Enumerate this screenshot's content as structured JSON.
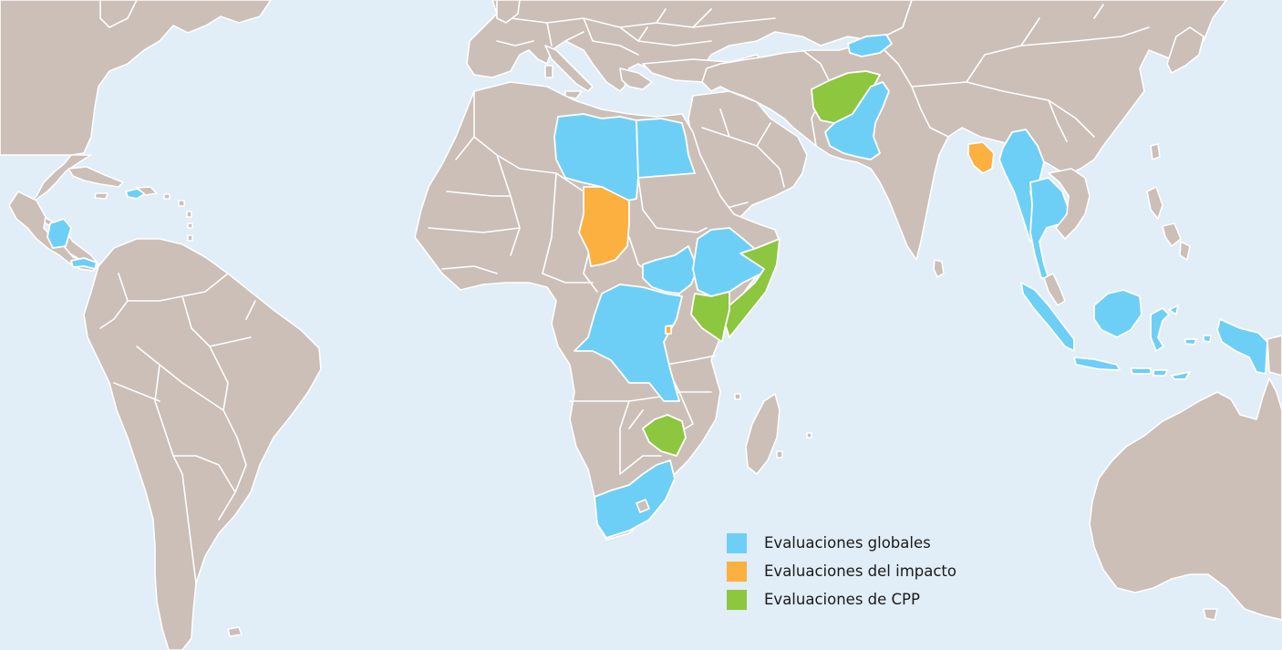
{
  "map": {
    "ocean_color": "#e1edf7",
    "land_color": "#cbbfb8",
    "border_color": "#ffffff"
  },
  "legend": {
    "items": [
      {
        "label": "Evaluaciones globales",
        "color": "#6dcff6"
      },
      {
        "label": "Evaluaciones del impacto",
        "color": "#fbb040"
      },
      {
        "label": "Evaluaciones de CPP",
        "color": "#8dc63f"
      }
    ]
  }
}
